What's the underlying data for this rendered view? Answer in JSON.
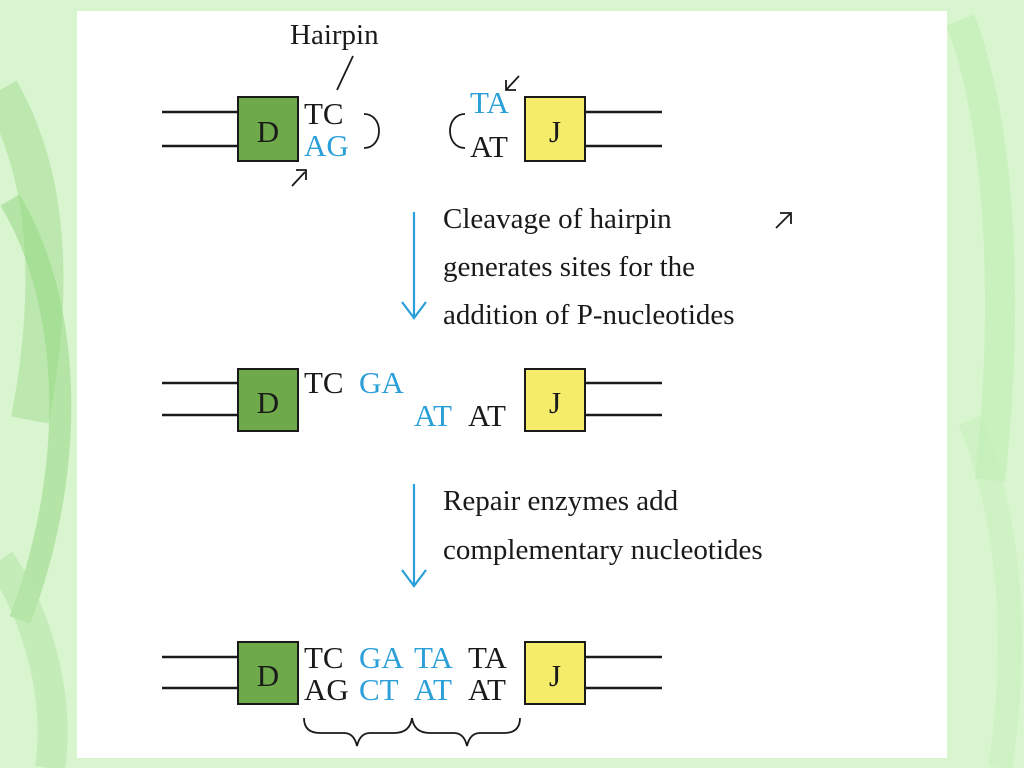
{
  "labels": {
    "hairpin": "Hairpin",
    "gene_d": "D",
    "gene_j": "J"
  },
  "step1": {
    "d_top": "TC",
    "d_bottom": "AG",
    "j_top": "TA",
    "j_bottom": "AT"
  },
  "caption1": {
    "line1": "Cleavage of hairpin",
    "line2": "generates sites for the",
    "line3": "addition of P-nucleotides"
  },
  "step2": {
    "d_black": "TC",
    "d_blue": "GA",
    "j_blue": "AT",
    "j_black": "AT"
  },
  "caption2": {
    "line1": "Repair enzymes add",
    "line2": "complementary nucleotides"
  },
  "step3": {
    "top_1": "TC",
    "top_2": "GA",
    "top_3": "TA",
    "top_4": "TA",
    "bot_1": "AG",
    "bot_2": "CT",
    "bot_3": "AT",
    "bot_4": "AT"
  },
  "colors": {
    "background": "#d9f5cf",
    "d_segment": "#6faa4a",
    "j_segment": "#f5ec6a",
    "nucleotide_highlight": "#2a9fd8"
  }
}
